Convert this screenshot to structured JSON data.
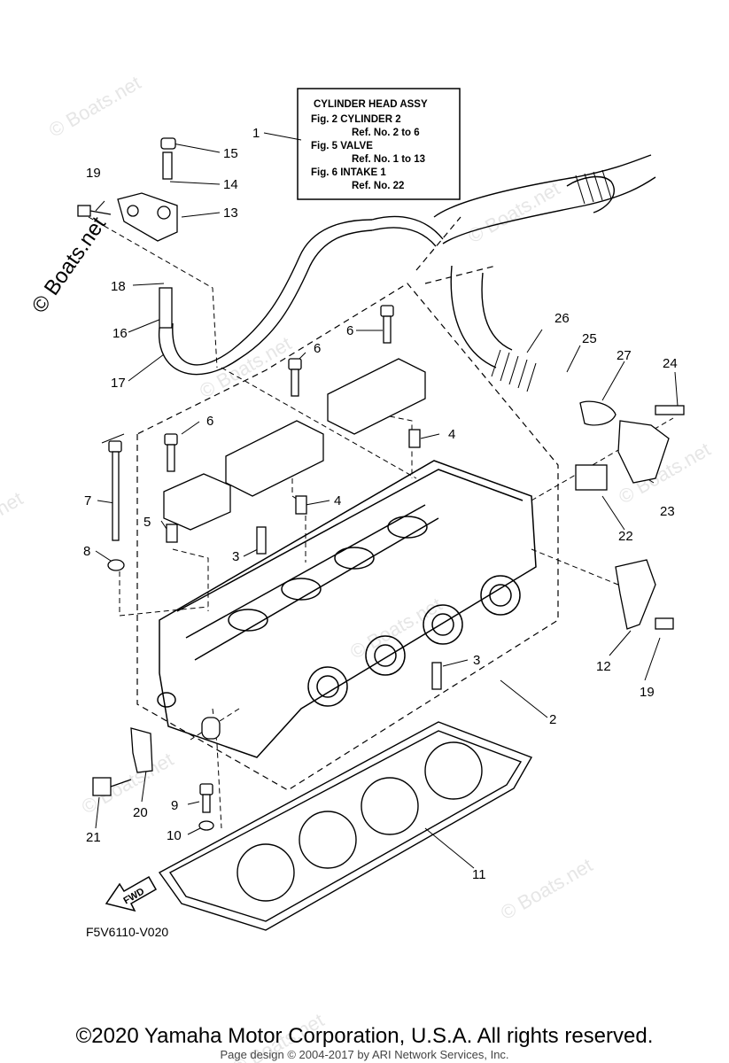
{
  "diagram": {
    "figure_code": "F5V6110-V020",
    "fwd_label": "FWD",
    "info_box": {
      "title": "CYLINDER HEAD ASSY",
      "lines": [
        "Fig.  2 CYLINDER 2",
        "Ref. No. 2 to 6",
        "Fig.  5 VALVE",
        "Ref. No. 1 to 13",
        "Fig.  6 INTAKE 1",
        "Ref. No. 22"
      ]
    },
    "watermark": "© Boats.net",
    "refs": [
      {
        "id": "1",
        "label": "1"
      },
      {
        "id": "2",
        "label": "2"
      },
      {
        "id": "3a",
        "label": "3"
      },
      {
        "id": "3b",
        "label": "3"
      },
      {
        "id": "4a",
        "label": "4"
      },
      {
        "id": "4b",
        "label": "4"
      },
      {
        "id": "5",
        "label": "5"
      },
      {
        "id": "6a",
        "label": "6"
      },
      {
        "id": "6b",
        "label": "6"
      },
      {
        "id": "6c",
        "label": "6"
      },
      {
        "id": "7",
        "label": "7"
      },
      {
        "id": "8",
        "label": "8"
      },
      {
        "id": "9",
        "label": "9"
      },
      {
        "id": "10",
        "label": "10"
      },
      {
        "id": "11",
        "label": "11"
      },
      {
        "id": "12",
        "label": "12"
      },
      {
        "id": "13",
        "label": "13"
      },
      {
        "id": "14",
        "label": "14"
      },
      {
        "id": "15",
        "label": "15"
      },
      {
        "id": "16",
        "label": "16"
      },
      {
        "id": "17",
        "label": "17"
      },
      {
        "id": "18",
        "label": "18"
      },
      {
        "id": "19a",
        "label": "19"
      },
      {
        "id": "19b",
        "label": "19"
      },
      {
        "id": "20",
        "label": "20"
      },
      {
        "id": "21",
        "label": "21"
      },
      {
        "id": "22",
        "label": "22"
      },
      {
        "id": "23",
        "label": "23"
      },
      {
        "id": "24",
        "label": "24"
      },
      {
        "id": "25",
        "label": "25"
      },
      {
        "id": "26",
        "label": "26"
      },
      {
        "id": "27",
        "label": "27"
      }
    ]
  },
  "copyright": "©2020 Yamaha Motor Corporation, U.S.A. All rights reserved.",
  "footer": "Page design © 2004-2017 by ARI Network Services, Inc."
}
